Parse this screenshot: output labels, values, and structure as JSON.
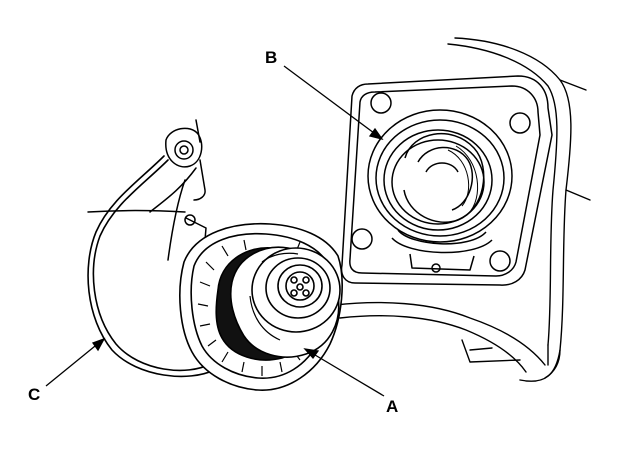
{
  "callouts": {
    "a": {
      "label": "A"
    },
    "b": {
      "label": "B"
    },
    "c": {
      "label": "C"
    }
  },
  "colors": {
    "ink": "#000000",
    "paper": "#ffffff",
    "seal": "#111111"
  }
}
